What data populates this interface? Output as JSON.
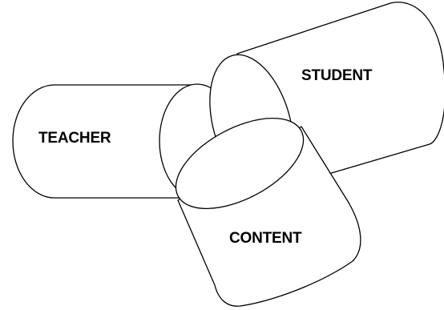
{
  "diagram": {
    "cylinders": {
      "teacher": {
        "label": "TEACHER"
      },
      "student": {
        "label": "STUDENT"
      },
      "content": {
        "label": "CONTENT"
      }
    }
  }
}
